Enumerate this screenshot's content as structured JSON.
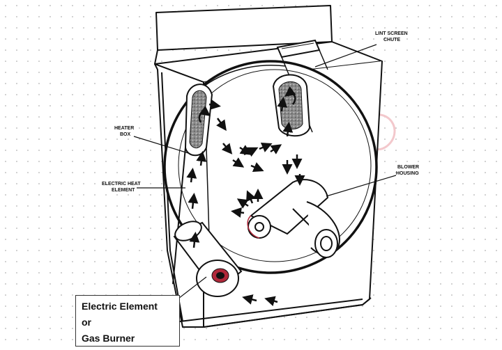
{
  "labels": {
    "lint_screen": [
      "LINT SCREEN",
      "CHUTE"
    ],
    "heater_box": [
      "HEATER",
      "BOX"
    ],
    "electric_heat_element": [
      "ELECTRIC HEAT",
      "ELEMENT"
    ],
    "blower_housing": [
      "BLOWER",
      "HOUSING"
    ]
  },
  "legend": {
    "line1": "Electric Element",
    "line2": "or",
    "line3": "Gas Burner"
  },
  "colors": {
    "ink": "#111111",
    "grid_dots": "#9a9a9a",
    "heater_fill": "#7a7a7a",
    "watermark": "#f3c8cc",
    "burner_flame": "#b0283a"
  }
}
